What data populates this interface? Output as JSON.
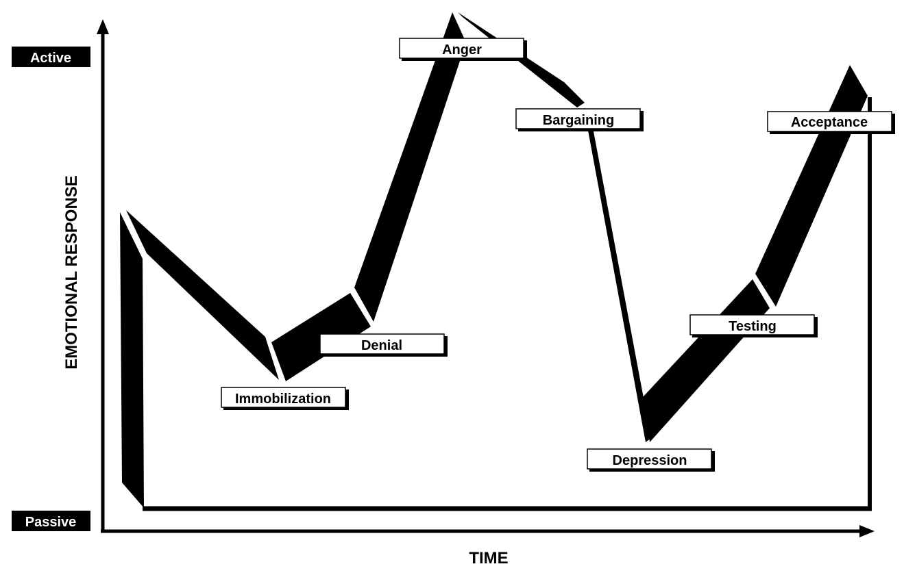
{
  "axes": {
    "y_title": "EMOTIONAL RESPONSE",
    "x_title": "TIME",
    "top_label": "Active",
    "bottom_label": "Passive"
  },
  "stages": {
    "immobilization": "Immobilization",
    "denial": "Denial",
    "anger": "Anger",
    "bargaining": "Bargaining",
    "depression": "Depression",
    "testing": "Testing",
    "acceptance": "Acceptance"
  },
  "colors": {
    "ink": "#000000",
    "paper": "#ffffff"
  }
}
